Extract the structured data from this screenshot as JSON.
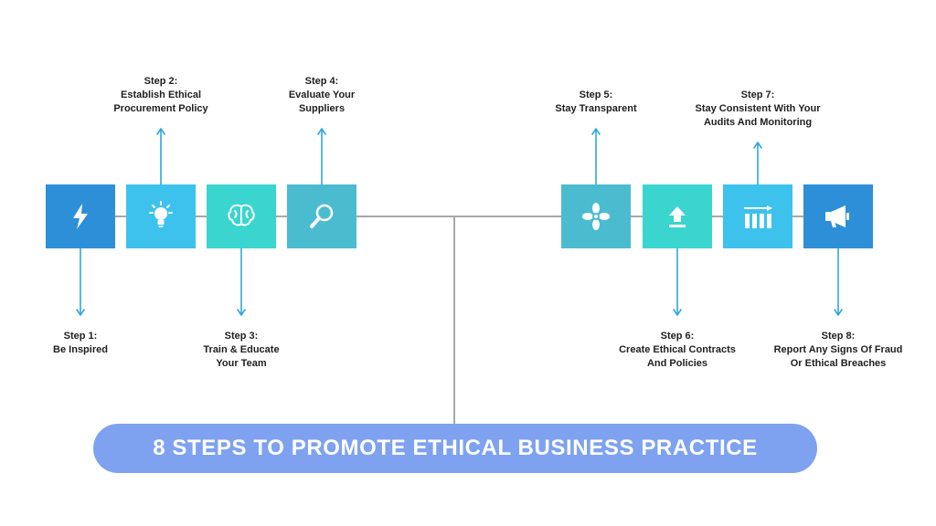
{
  "steps": [
    {
      "id": 1,
      "title": "Step 1:",
      "lines": [
        "Be Inspired"
      ],
      "icon": "lightning-icon",
      "color": "#2d8fd8"
    },
    {
      "id": 2,
      "title": "Step 2:",
      "lines": [
        "Establish Ethical",
        "Procurement Policy"
      ],
      "icon": "lightbulb-icon",
      "color": "#3dc2ee"
    },
    {
      "id": 3,
      "title": "Step 3:",
      "lines": [
        "Train & Educate",
        "Your Team"
      ],
      "icon": "brain-icon",
      "color": "#3ad5cf"
    },
    {
      "id": 4,
      "title": "Step 4:",
      "lines": [
        "Evaluate Your",
        "Suppliers"
      ],
      "icon": "magnifier-icon",
      "color": "#4bbcd0"
    },
    {
      "id": 5,
      "title": "Step 5:",
      "lines": [
        "Stay Transparent"
      ],
      "icon": "flower-icon",
      "color": "#4bbcd0"
    },
    {
      "id": 6,
      "title": "Step 6:",
      "lines": [
        "Create Ethical Contracts",
        "And Policies"
      ],
      "icon": "upload-icon",
      "color": "#3ad5cf"
    },
    {
      "id": 7,
      "title": "Step 7:",
      "lines": [
        "Stay Consistent With Your",
        "Audits And Monitoring"
      ],
      "icon": "bar-chart-icon",
      "color": "#3dc2ee"
    },
    {
      "id": 8,
      "title": "Step 8:",
      "lines": [
        "Report Any Signs Of Fraud",
        "Or Ethical Breaches"
      ],
      "icon": "megaphone-icon",
      "color": "#2d8fd8"
    }
  ],
  "banner": {
    "text": "8 STEPS TO PROMOTE ETHICAL BUSINESS PRACTICE",
    "color": "#7ea2f0"
  },
  "colors": {
    "connector": "#a8a8a8",
    "arrow": "#2fa6e0"
  }
}
